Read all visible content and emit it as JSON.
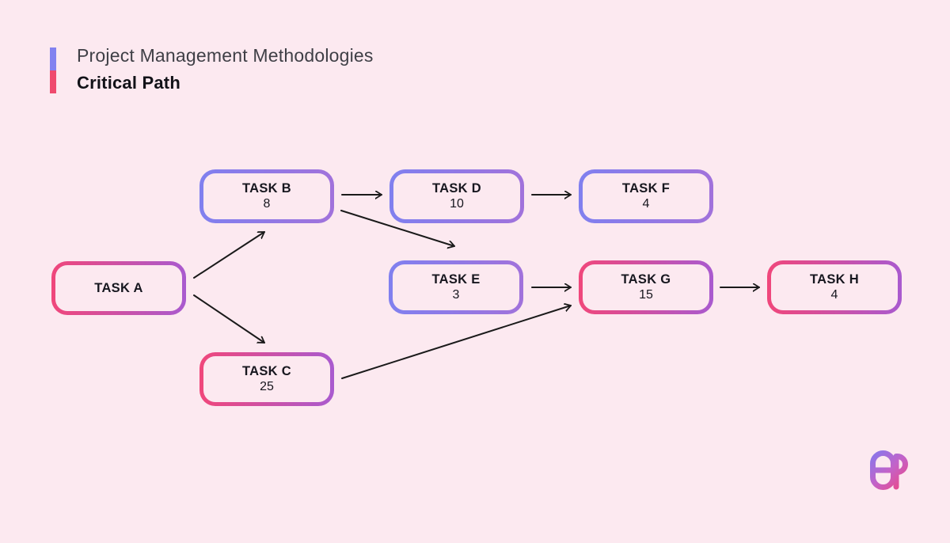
{
  "header": {
    "title": "Project Management Methodologies",
    "subtitle": "Critical Path"
  },
  "colors": {
    "background": "#FCE9F0",
    "critical_gradient_start": "#F0477B",
    "critical_gradient_end": "#A95ACF",
    "normal_gradient_start": "#8080EF",
    "normal_gradient_end": "#A172DB",
    "header_bar_top": "#8282F0",
    "header_bar_bottom": "#EF4A6E",
    "arrow": "#1A1A1A"
  },
  "nodes": [
    {
      "id": "A",
      "label": "TASK A",
      "duration": "",
      "critical": true
    },
    {
      "id": "B",
      "label": "TASK B",
      "duration": "8",
      "critical": false
    },
    {
      "id": "C",
      "label": "TASK C",
      "duration": "25",
      "critical": true
    },
    {
      "id": "D",
      "label": "TASK D",
      "duration": "10",
      "critical": false
    },
    {
      "id": "E",
      "label": "TASK E",
      "duration": "3",
      "critical": false
    },
    {
      "id": "F",
      "label": "TASK F",
      "duration": "4",
      "critical": false
    },
    {
      "id": "G",
      "label": "TASK G",
      "duration": "15",
      "critical": true
    },
    {
      "id": "H",
      "label": "TASK H",
      "duration": "4",
      "critical": true
    }
  ],
  "edges": [
    {
      "from": "A",
      "to": "B"
    },
    {
      "from": "A",
      "to": "C"
    },
    {
      "from": "B",
      "to": "D"
    },
    {
      "from": "B",
      "to": "E"
    },
    {
      "from": "D",
      "to": "F"
    },
    {
      "from": "E",
      "to": "G"
    },
    {
      "from": "C",
      "to": "G"
    },
    {
      "from": "G",
      "to": "H"
    }
  ],
  "footer": {
    "logo_icon": "p-pill-brand-logo"
  }
}
